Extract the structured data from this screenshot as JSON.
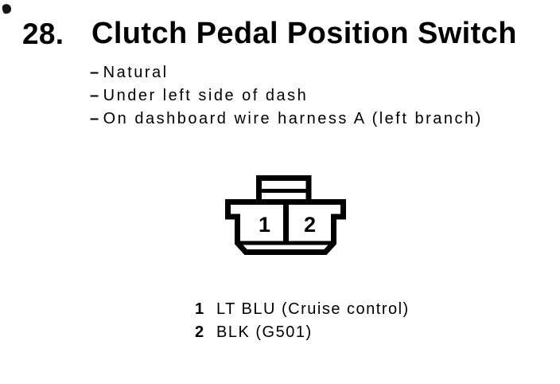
{
  "header": {
    "item_number": "28.",
    "title": "Clutch Pedal Position Switch"
  },
  "details": {
    "dash_char": "–",
    "items": [
      "Natural",
      "Under left side of dash",
      "On dashboard wire harness A (left branch)"
    ]
  },
  "connector": {
    "pins": [
      {
        "number": "1",
        "label": "LT BLU (Cruise control)"
      },
      {
        "number": "2",
        "label": "BLK (G501)"
      }
    ]
  },
  "colors": {
    "ink": "#000000",
    "paper": "#ffffff"
  }
}
